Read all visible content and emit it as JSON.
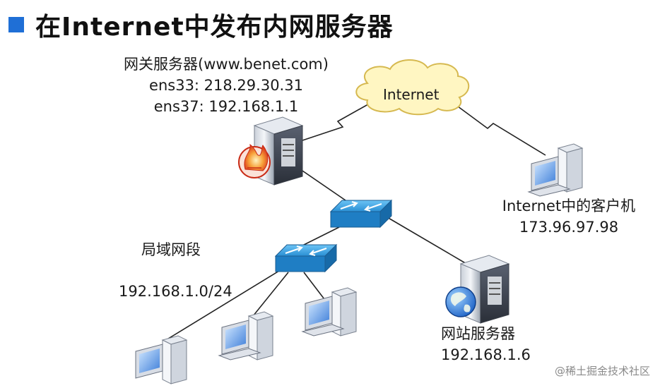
{
  "title": "在Internet中发布内网服务器",
  "gateway": {
    "name": "网关服务器(www.benet.com)",
    "ens33": "ens33: 218.29.30.31",
    "ens37": "ens37: 192.168.1.1"
  },
  "internet": {
    "label": "Internet"
  },
  "client": {
    "name": "Internet中的客户机",
    "ip": "173.96.97.98"
  },
  "lan": {
    "name": "局域网段",
    "subnet": "192.168.1.0/24"
  },
  "web_server": {
    "name": "网站服务器",
    "ip": "192.168.1.6"
  },
  "watermark": "@稀土掘金技术社区",
  "colors": {
    "title_square": "#1f6fd6",
    "cloud_fill": "#fff6c2",
    "switch_blue": "#2a8fd4",
    "firewall_red": "#e03a1e",
    "globe_blue": "#1a5fc4"
  },
  "icons": [
    "server-icon",
    "firewall-icon",
    "cloud-icon",
    "switch-icon",
    "pc-icon",
    "globe-icon"
  ]
}
